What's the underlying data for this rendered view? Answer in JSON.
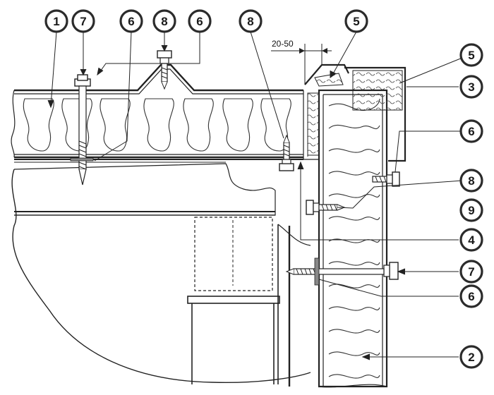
{
  "dimension": {
    "label": "20-50"
  },
  "callouts": [
    {
      "id": "c1",
      "label": "1"
    },
    {
      "id": "c7a",
      "label": "7"
    },
    {
      "id": "c6a",
      "label": "6"
    },
    {
      "id": "c8a",
      "label": "8"
    },
    {
      "id": "c6b",
      "label": "6"
    },
    {
      "id": "c8b",
      "label": "8"
    },
    {
      "id": "c5a",
      "label": "5"
    },
    {
      "id": "c5b",
      "label": "5"
    },
    {
      "id": "c3",
      "label": "3"
    },
    {
      "id": "c6c",
      "label": "6"
    },
    {
      "id": "c8c",
      "label": "8"
    },
    {
      "id": "c9",
      "label": "9"
    },
    {
      "id": "c4",
      "label": "4"
    },
    {
      "id": "c7b",
      "label": "7"
    },
    {
      "id": "c6d",
      "label": "6"
    },
    {
      "id": "c2",
      "label": "2"
    }
  ],
  "colors": {
    "line": "#222222",
    "insulation_fill": "#ffffff",
    "gray": "#9a9a9a"
  }
}
